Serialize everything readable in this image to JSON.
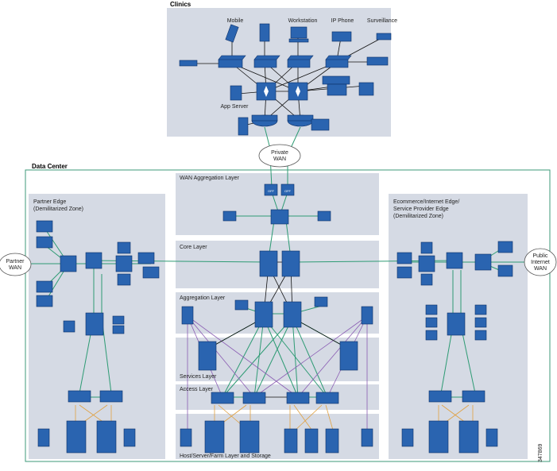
{
  "clinics": {
    "title": "Clinics",
    "endpoints": [
      "Mobile",
      "Workstation",
      "IP Phone",
      "Surveillance"
    ],
    "app_server": "App Server"
  },
  "private_wan": {
    "line1": "Private",
    "line2": "WAN"
  },
  "data_center": {
    "title": "Data Center",
    "layers": {
      "wan_agg": "WAN Aggregation Layer",
      "core": "Core Layer",
      "aggregation": "Aggregation Layer",
      "services": "Services Layer",
      "access": "Access Layer",
      "host": "Host/Server/Farm Layer and Storage"
    },
    "partner_edge": {
      "line1": "Partner Edge",
      "line2": "(Demilitarized Zone)"
    },
    "ecommerce_edge": {
      "line1": "Ecommerce/Internet Edge/",
      "line2": "Service Provider Edge",
      "line3": "(Demilitarized Zone)"
    }
  },
  "partner_wan": {
    "line1": "Partner",
    "line2": "WAN"
  },
  "public_wan": {
    "line1": "Public",
    "line2": "Internet",
    "line3": "WAN"
  },
  "device_label": "OFF",
  "figure_id": "347869",
  "colors": {
    "link_green": "#2e9b74",
    "link_black": "#111111",
    "link_purple": "#8a5cb3",
    "link_orange": "#e0a040",
    "device_blue": "#2a64b0",
    "zone_gray": "#d5dae4"
  }
}
